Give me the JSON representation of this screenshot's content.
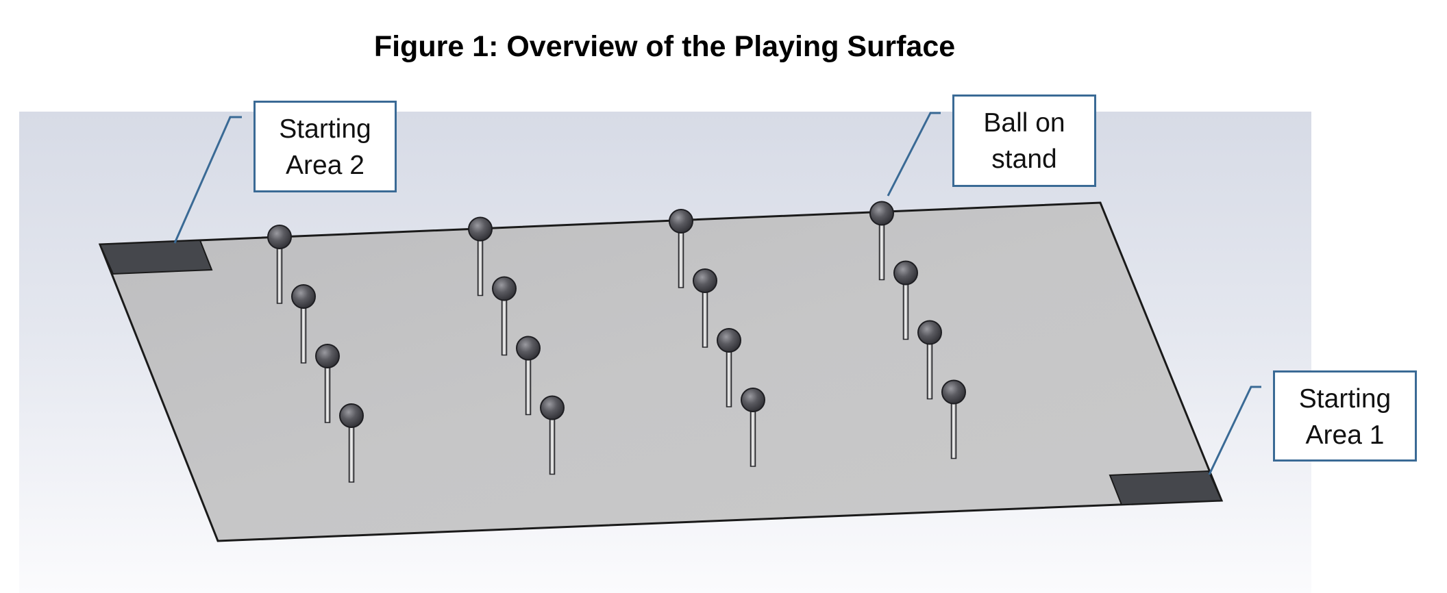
{
  "figure": {
    "title": "Figure 1:  Overview of the Playing Surface"
  },
  "callouts": {
    "starting_area_2": {
      "line1": "Starting",
      "line2": "Area 2"
    },
    "ball_on_stand": {
      "line1": "Ball on",
      "line2": "stand"
    },
    "starting_area_1": {
      "line1": "Starting",
      "line2": "Area 1"
    }
  },
  "scene": {
    "ball_rows": 4,
    "balls_per_row": 4,
    "colors": {
      "board": "#c5c5c6",
      "starting_area": "#45474c",
      "ball": "#4a4a4e",
      "callout_border": "#3a6a95",
      "background_top": "#d7dbe6",
      "background_bottom": "#fbfbfd"
    }
  }
}
